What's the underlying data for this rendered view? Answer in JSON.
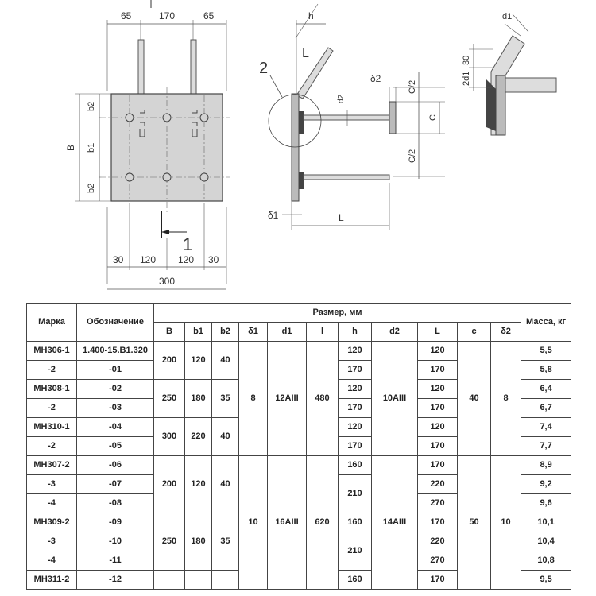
{
  "drawing": {
    "plan": {
      "top_dims": [
        "65",
        "170",
        "65"
      ],
      "side_dims": [
        "b2",
        "b1",
        "b2"
      ],
      "side_label": "B",
      "bottom_dims": [
        "30",
        "120",
        "120",
        "30"
      ],
      "total": "300",
      "section_mark": "1"
    },
    "side": {
      "callout": "2",
      "labels": {
        "h": "h",
        "L_rod": "L",
        "d2": "d2",
        "delta2": "δ2",
        "c_half_top": "C/2",
        "c": "C",
        "c_half_bottom": "C/2",
        "delta1": "δ1",
        "L": "L"
      }
    },
    "detail": {
      "labels": {
        "d1": "d1",
        "dim30": "30",
        "dim2d1": "2d1"
      }
    }
  },
  "table": {
    "headers": {
      "mark": "Марка",
      "designation": "Обозначение",
      "size_group": "Размер, мм",
      "mass": "Масса, кг",
      "B": "B",
      "b1": "b1",
      "b2": "b2",
      "delta1": "δ1",
      "d1": "d1",
      "l": "l",
      "h": "h",
      "d2": "d2",
      "L": "L",
      "c": "c",
      "delta2": "δ2"
    },
    "rows": [
      {
        "mark": "МН306-1",
        "designation": "1.400-15.В1.320",
        "h": "120",
        "L": "120",
        "mass": "5,5"
      },
      {
        "mark": "-2",
        "designation": "-01",
        "h": "170",
        "L": "170",
        "mass": "5,8"
      },
      {
        "mark": "МН308-1",
        "designation": "-02",
        "h": "120",
        "L": "120",
        "mass": "6,4"
      },
      {
        "mark": "-2",
        "designation": "-03",
        "h": "170",
        "L": "170",
        "mass": "6,7"
      },
      {
        "mark": "МН310-1",
        "designation": "-04",
        "h": "120",
        "L": "120",
        "mass": "7,4"
      },
      {
        "mark": "-2",
        "designation": "-05",
        "h": "170",
        "L": "170",
        "mass": "7,7"
      },
      {
        "mark": "МН307-2",
        "designation": "-06",
        "h": "160",
        "L": "170",
        "mass": "8,9"
      },
      {
        "mark": "-3",
        "designation": "-07",
        "L": "220",
        "mass": "9,2"
      },
      {
        "mark": "-4",
        "designation": "-08",
        "L": "270",
        "mass": "9,6"
      },
      {
        "mark": "МН309-2",
        "designation": "-09",
        "h": "160",
        "L": "170",
        "mass": "10,1"
      },
      {
        "mark": "-3",
        "designation": "-10",
        "L": "220",
        "mass": "10,4"
      },
      {
        "mark": "-4",
        "designation": "-11",
        "L": "270",
        "mass": "10,8"
      },
      {
        "mark": "МН311-2",
        "designation": "-12",
        "h": "160",
        "L": "170",
        "mass": "9,5"
      }
    ],
    "merged": {
      "B": [
        "200",
        "250",
        "300",
        "200",
        "250"
      ],
      "b1": [
        "120",
        "180",
        "220",
        "120",
        "180"
      ],
      "b2": [
        "40",
        "35",
        "40",
        "40",
        "35"
      ],
      "delta1": [
        "8",
        "10"
      ],
      "d1": [
        "12AIII",
        "16AIII"
      ],
      "l": [
        "480",
        "620"
      ],
      "h_210": [
        "210",
        "210"
      ],
      "d2": [
        "10AIII",
        "14AIII"
      ],
      "c": [
        "40",
        "50"
      ],
      "delta2": [
        "8",
        "10"
      ]
    }
  }
}
